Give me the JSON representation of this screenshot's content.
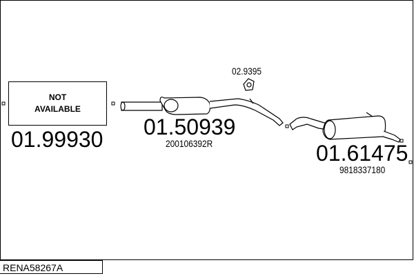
{
  "reference": "RENA58267A",
  "parts": [
    {
      "number": "01.99930",
      "oe": "",
      "status_line1": "NOT",
      "status_line2": "AVAILABLE"
    },
    {
      "number": "01.50939",
      "oe": "200106392R"
    },
    {
      "number": "02.9395",
      "oe": ""
    },
    {
      "number": "01.61475",
      "oe": "9818337180"
    }
  ]
}
